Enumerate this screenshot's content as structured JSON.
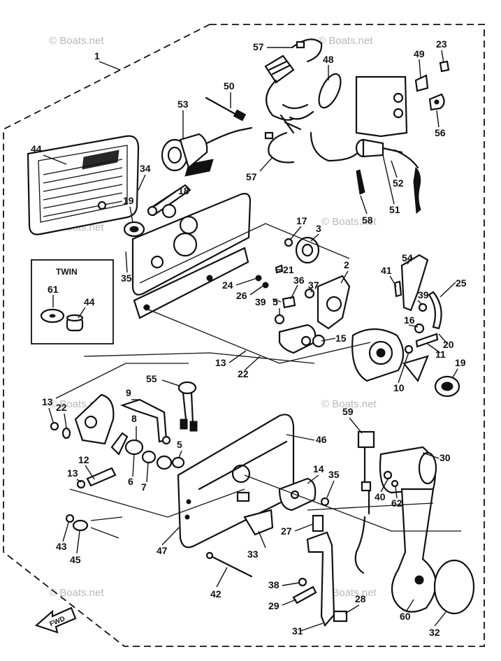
{
  "watermark": "© Boats.net",
  "twin_box": {
    "title": "TWIN",
    "labels": [
      "61",
      "44"
    ]
  },
  "fwd_label": "FWD",
  "callouts": [
    "1",
    "57",
    "48",
    "49",
    "23",
    "50",
    "53",
    "56",
    "44",
    "34",
    "18",
    "57",
    "52",
    "19",
    "58",
    "51",
    "17",
    "3",
    "35",
    "21",
    "2",
    "41",
    "54",
    "24",
    "36",
    "37",
    "26",
    "39",
    "5",
    "25",
    "39",
    "16",
    "15",
    "20",
    "13",
    "22",
    "11",
    "19",
    "10",
    "55",
    "9",
    "13",
    "22",
    "8",
    "59",
    "46",
    "30",
    "12",
    "6",
    "7",
    "5",
    "14",
    "35",
    "40",
    "62",
    "13",
    "27",
    "43",
    "45",
    "47",
    "33",
    "42",
    "38",
    "29",
    "28",
    "31",
    "60",
    "32"
  ]
}
